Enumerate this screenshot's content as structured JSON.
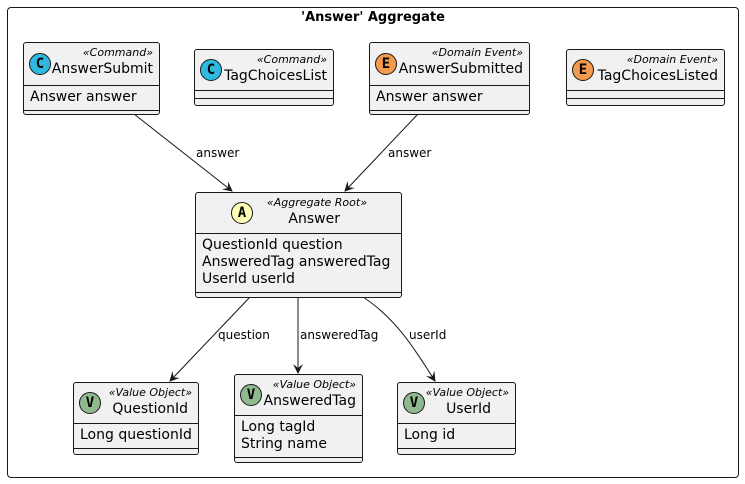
{
  "aggregate": {
    "title": "'Answer' Aggregate"
  },
  "colors": {
    "command": "#2fb9e0",
    "domain_event": "#f39a4f",
    "aggregate_root": "#fefeb4",
    "value_object": "#8fb98f",
    "box_fill": "#f1f1f1",
    "stroke": "#181818"
  },
  "classes": {
    "answer_submit": {
      "marker": "C",
      "stereotype": "«Command»",
      "name": "AnswerSubmit",
      "fields": [
        "Answer answer"
      ]
    },
    "tag_choices_list": {
      "marker": "C",
      "stereotype": "«Command»",
      "name": "TagChoicesList",
      "fields": []
    },
    "answer_submitted": {
      "marker": "E",
      "stereotype": "«Domain Event»",
      "name": "AnswerSubmitted",
      "fields": [
        "Answer answer"
      ]
    },
    "tag_choices_listed": {
      "marker": "E",
      "stereotype": "«Domain Event»",
      "name": "TagChoicesListed",
      "fields": []
    },
    "answer": {
      "marker": "A",
      "stereotype": "«Aggregate Root»",
      "name": "Answer",
      "fields": [
        "QuestionId question",
        "AnsweredTag answeredTag",
        "UserId userId"
      ]
    },
    "question_id": {
      "marker": "V",
      "stereotype": "«Value Object»",
      "name": "QuestionId",
      "fields": [
        "Long questionId"
      ]
    },
    "answered_tag": {
      "marker": "V",
      "stereotype": "«Value Object»",
      "name": "AnsweredTag",
      "fields": [
        "Long tagId",
        "String name"
      ]
    },
    "user_id": {
      "marker": "V",
      "stereotype": "«Value Object»",
      "name": "UserId",
      "fields": [
        "Long id"
      ]
    }
  },
  "edges": {
    "submit_to_answer": "answer",
    "submitted_to_answer": "answer",
    "answer_to_question": "question",
    "answer_to_tag": "answeredTag",
    "answer_to_user": "userId"
  }
}
